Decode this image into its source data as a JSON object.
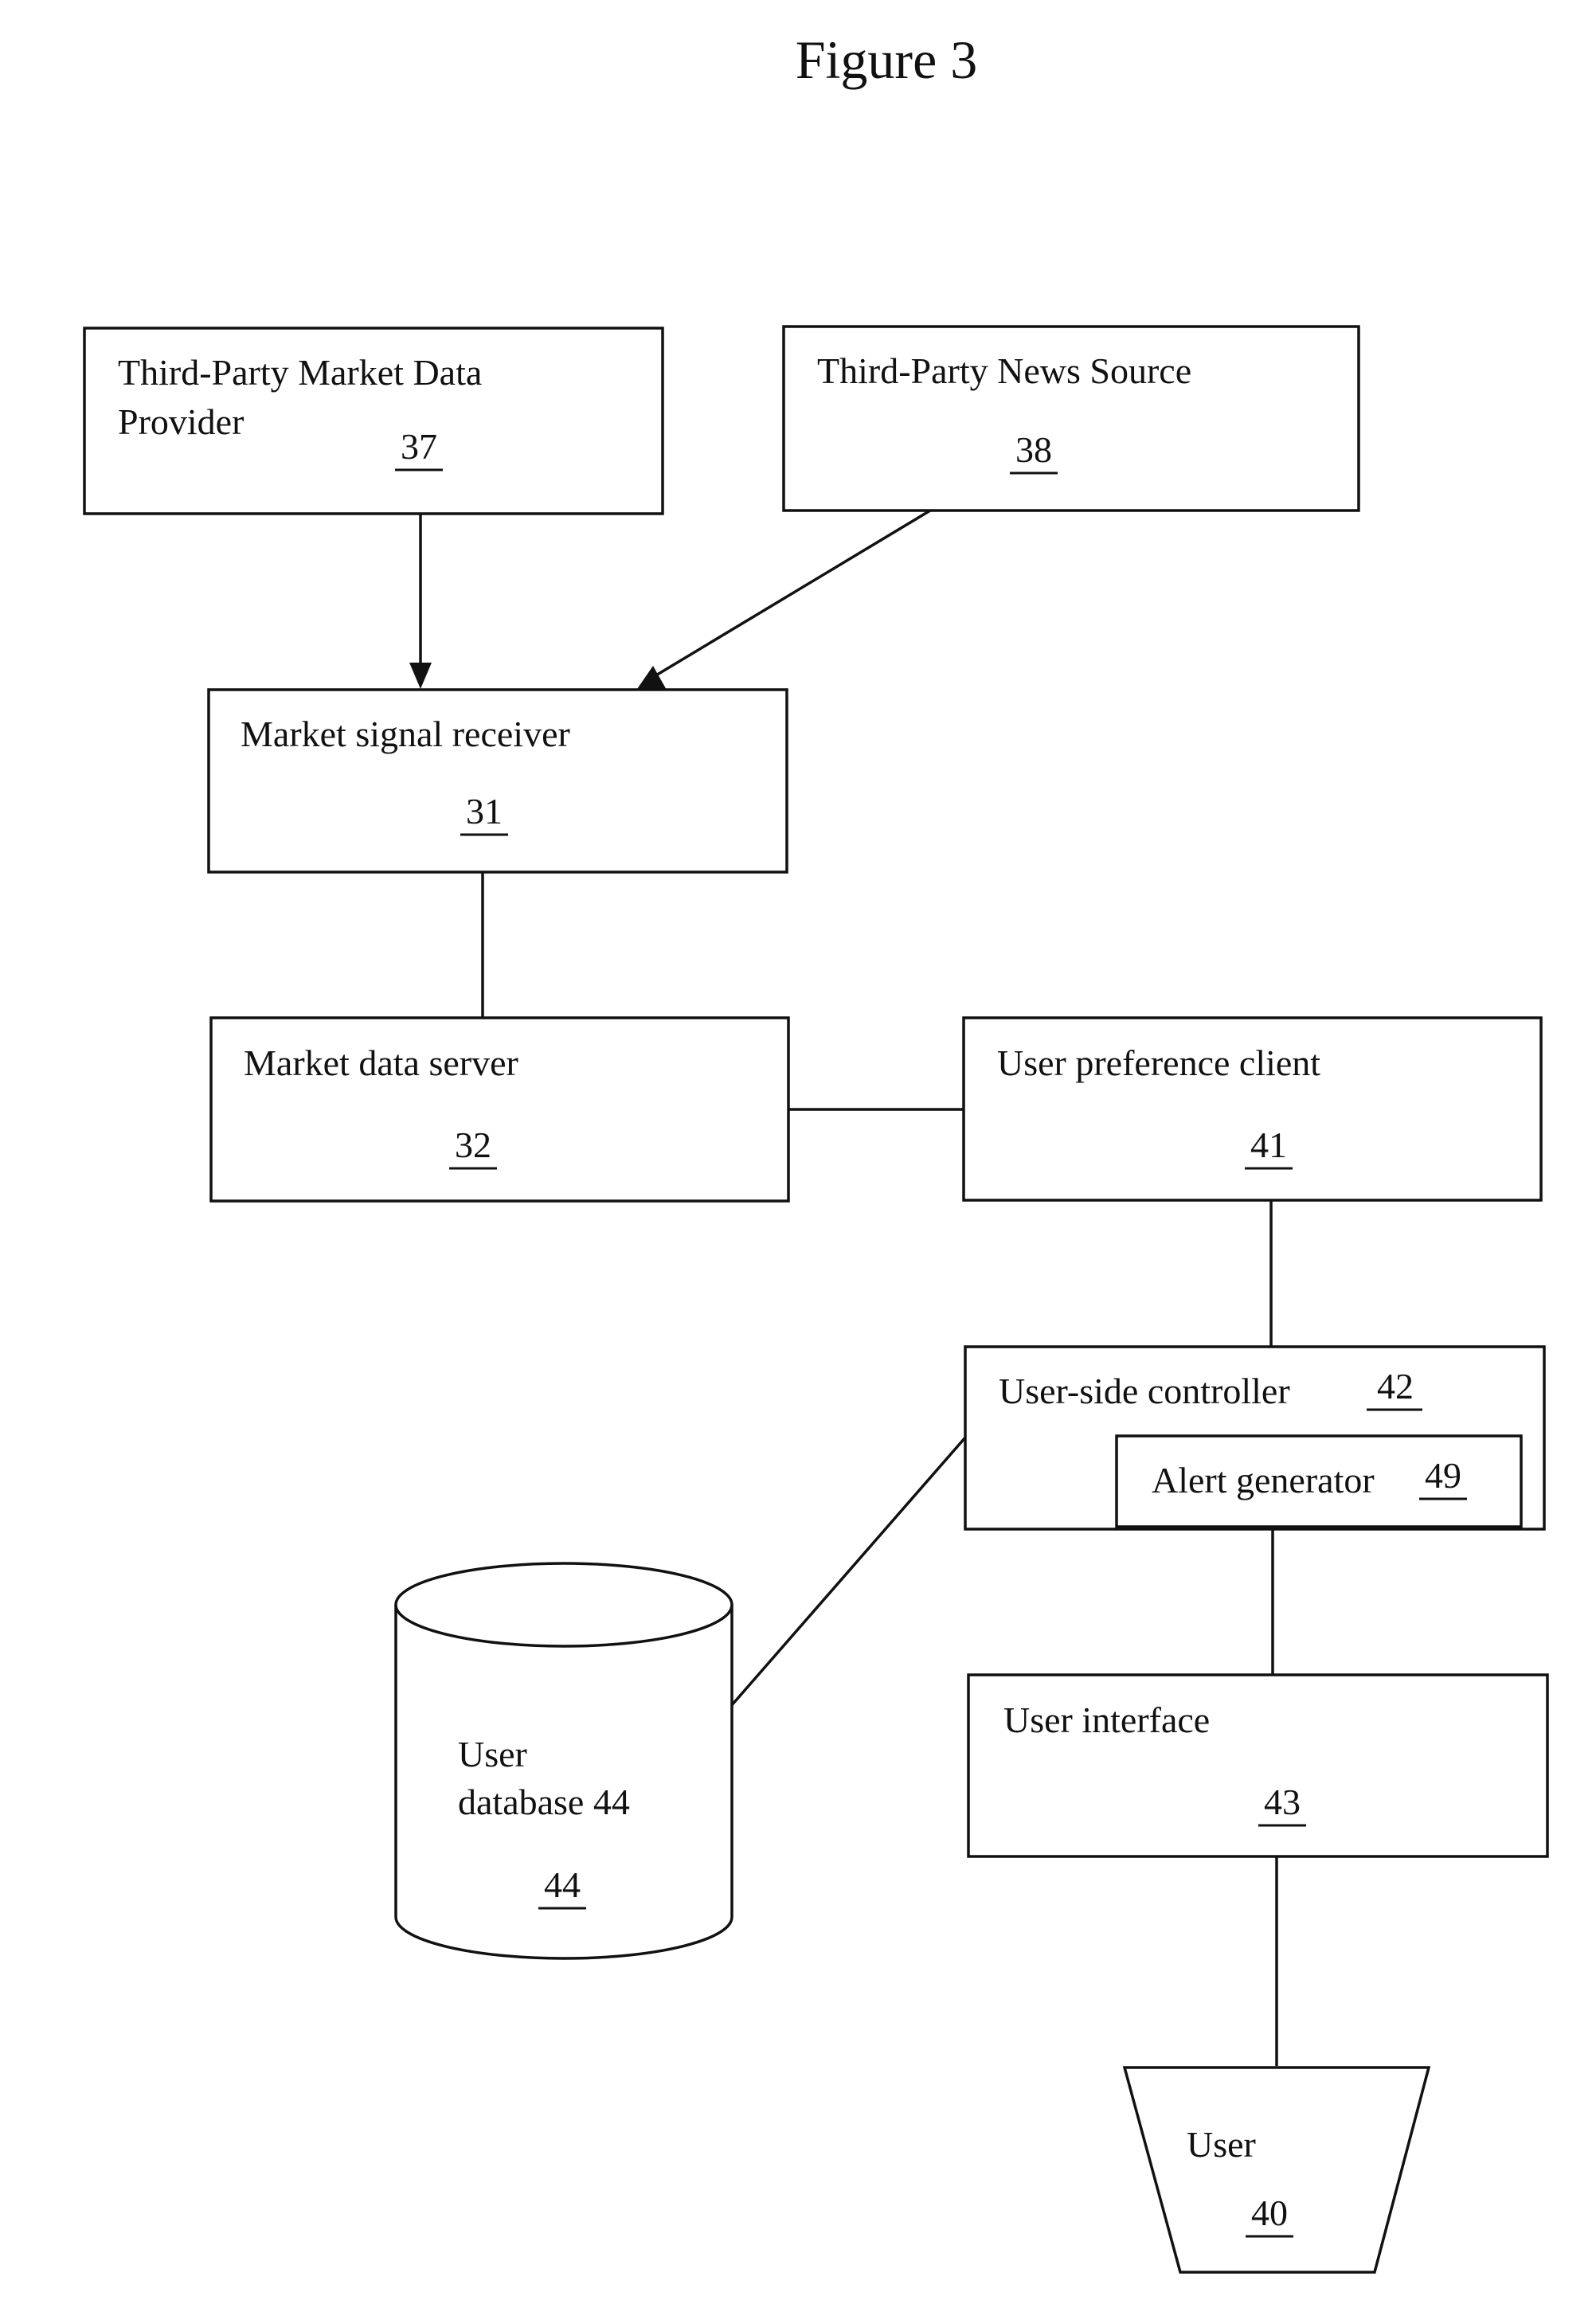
{
  "figure": {
    "title": "Figure 3"
  },
  "nodes": {
    "market_data_provider": {
      "label_line1": "Third-Party Market Data",
      "label_line2": "Provider",
      "number": "37"
    },
    "news_source": {
      "label": "Third-Party News Source",
      "number": "38"
    },
    "market_signal_receiver": {
      "label": "Market signal receiver",
      "number": "31"
    },
    "market_data_server": {
      "label": "Market data server",
      "number": "32"
    },
    "user_preference_client": {
      "label": "User preference client",
      "number": "41"
    },
    "user_side_controller": {
      "label": "User-side controller",
      "number": "42"
    },
    "alert_generator": {
      "label": "Alert generator",
      "number": "49"
    },
    "user_database": {
      "label_line1": "User",
      "label_line2": "database 44",
      "number": "44"
    },
    "user_interface": {
      "label": "User interface",
      "number": "43"
    },
    "user": {
      "label": "User",
      "number": "40"
    }
  },
  "edges": [
    {
      "from": "37",
      "to": "31",
      "arrow": true
    },
    {
      "from": "38",
      "to": "31",
      "arrow": true
    },
    {
      "from": "31",
      "to": "32",
      "arrow": false
    },
    {
      "from": "32",
      "to": "41",
      "arrow": false
    },
    {
      "from": "41",
      "to": "42",
      "arrow": false
    },
    {
      "from": "42",
      "to": "44",
      "arrow": false
    },
    {
      "from": "42",
      "to": "43",
      "arrow": false
    },
    {
      "from": "43",
      "to": "40",
      "arrow": false
    }
  ]
}
